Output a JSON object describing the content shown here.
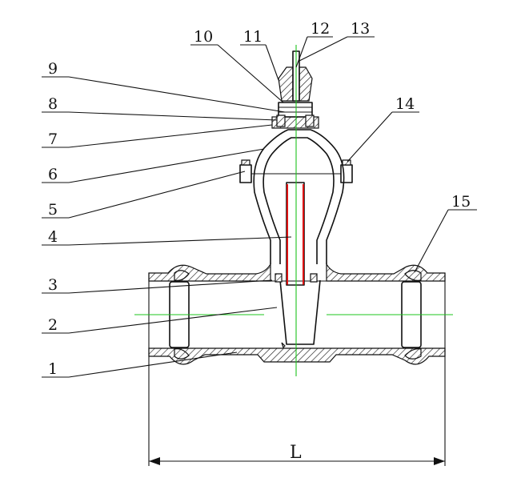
{
  "diagram": {
    "part_labels": [
      "1",
      "2",
      "3",
      "4",
      "5",
      "6",
      "7",
      "8",
      "9",
      "10",
      "11",
      "12",
      "13",
      "14",
      "15"
    ],
    "dimension_label": "L"
  },
  "colors": {
    "outline": "#111111",
    "centerline": "#1cc41c",
    "stem_highlight": "#d11111",
    "background": "#ffffff"
  }
}
